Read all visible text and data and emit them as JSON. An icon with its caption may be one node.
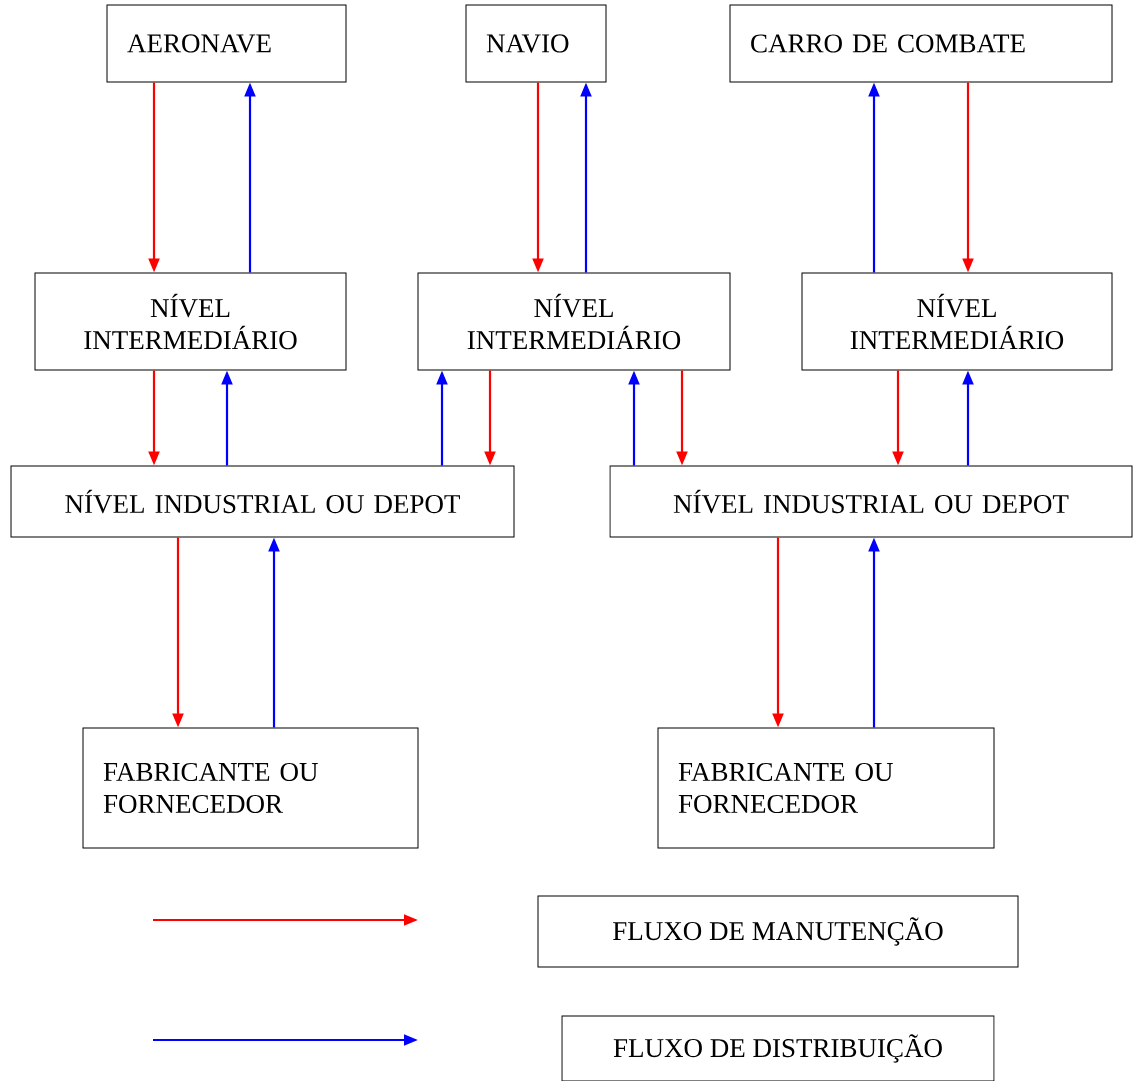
{
  "diagram": {
    "nodes": [
      {
        "text": [
          "AERONAVE"
        ]
      },
      {
        "text": [
          "NAVIO"
        ]
      },
      {
        "text": [
          "CARRO DE COMBATE"
        ]
      },
      {
        "text": [
          "NÍVEL INTERMEDIÁRIO"
        ]
      },
      {
        "text": [
          "NÍVEL INTERMEDIÁRIO"
        ]
      },
      {
        "text": [
          "NÍVEL INTERMEDIÁRIO"
        ]
      },
      {
        "text": [
          "NÍVEL INDUSTRIAL OU DEPOT"
        ]
      },
      {
        "text": [
          "NÍVEL INDUSTRIAL OU DEPOT"
        ]
      },
      {
        "text": [
          "FABRICANTE OU FORNECEDOR"
        ]
      },
      {
        "text": [
          "FABRICANTE OU FORNECEDOR"
        ]
      }
    ],
    "edges": [
      {
        "from": 0,
        "to": 3,
        "arrow": "to",
        "color": "#ff0000"
      },
      {
        "from": 3,
        "to": 0,
        "arrow": "to",
        "color": "#0000ff"
      },
      {
        "from": 1,
        "to": 4,
        "arrow": "to",
        "color": "#ff0000"
      },
      {
        "from": 4,
        "to": 1,
        "arrow": "to",
        "color": "#0000ff"
      },
      {
        "from": 5,
        "to": 2,
        "arrow": "to",
        "color": "#0000ff"
      },
      {
        "from": 2,
        "to": 5,
        "arrow": "to",
        "color": "#ff0000"
      },
      {
        "from": 3,
        "to": 6,
        "arrow": "to",
        "color": "#ff0000"
      },
      {
        "from": 6,
        "to": 3,
        "arrow": "to",
        "color": "#0000ff"
      },
      {
        "from": 6,
        "to": 4,
        "arrow": "to",
        "color": "#0000ff"
      },
      {
        "from": 4,
        "to": 6,
        "arrow": "to",
        "color": "#ff0000"
      },
      {
        "from": 7,
        "to": 4,
        "arrow": "to",
        "color": "#0000ff"
      },
      {
        "from": 4,
        "to": 7,
        "arrow": "to",
        "color": "#ff0000"
      },
      {
        "from": 5,
        "to": 7,
        "arrow": "to",
        "color": "#ff0000"
      },
      {
        "from": 7,
        "to": 5,
        "arrow": "to",
        "color": "#0000ff"
      },
      {
        "from": 6,
        "to": 8,
        "arrow": "to",
        "color": "#ff0000"
      },
      {
        "from": 8,
        "to": 6,
        "arrow": "to",
        "color": "#0000ff"
      },
      {
        "from": 7,
        "to": 9,
        "arrow": "to",
        "color": "#ff0000"
      },
      {
        "from": 9,
        "to": 7,
        "arrow": "to",
        "color": "#0000ff"
      }
    ],
    "legend": [
      {
        "text": "FLUXO DE MANUTENÇÃO",
        "color": "#ff0000"
      },
      {
        "text": "FLUXO DE DISTRIBUIÇÃO",
        "color": "#0000ff"
      }
    ]
  }
}
